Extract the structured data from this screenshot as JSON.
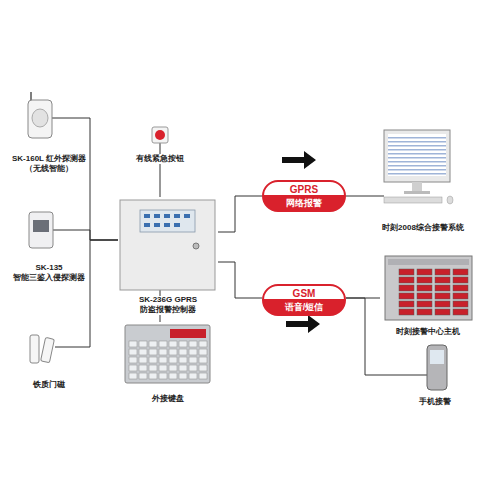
{
  "diagram": {
    "nodes": [
      {
        "text": [
          "SK-160L 红外探测器 （无线智能）"
        ]
      },
      {
        "text": [
          "有线紧急按钮"
        ]
      },
      {
        "text": [
          "SK-135 智能三鉴入侵探测器"
        ]
      },
      {
        "text": [
          "SK-236G GPRS 防盗报警控制器"
        ]
      },
      {
        "text": [
          "铁质门磁"
        ]
      },
      {
        "text": [
          "外接键盘"
        ]
      },
      {
        "text": [
          "GPRS",
          "网络报警"
        ]
      },
      {
        "text": [
          "时刻2008综合接警系统"
        ]
      },
      {
        "text": [
          "GSM",
          "语音/短信"
        ]
      },
      {
        "text": [
          "时刻接警中心主机"
        ]
      },
      {
        "text": [
          "手机接警"
        ]
      }
    ],
    "edges": [
      {
        "from": 0,
        "to": 3,
        "arrow": "none"
      },
      {
        "from": 2,
        "to": 3,
        "arrow": "none"
      },
      {
        "from": 4,
        "to": 3,
        "arrow": "none"
      },
      {
        "from": 1,
        "to": 3,
        "arrow": "none"
      },
      {
        "from": 3,
        "to": 5,
        "arrow": "none"
      },
      {
        "from": 3,
        "to": 6,
        "arrow": "none"
      },
      {
        "from": 6,
        "to": 7,
        "arrow": "none"
      },
      {
        "from": 3,
        "to": 8,
        "arrow": "none"
      },
      {
        "from": 8,
        "to": 9,
        "arrow": "none"
      },
      {
        "from": 8,
        "to": 10,
        "arrow": "none"
      }
    ]
  }
}
